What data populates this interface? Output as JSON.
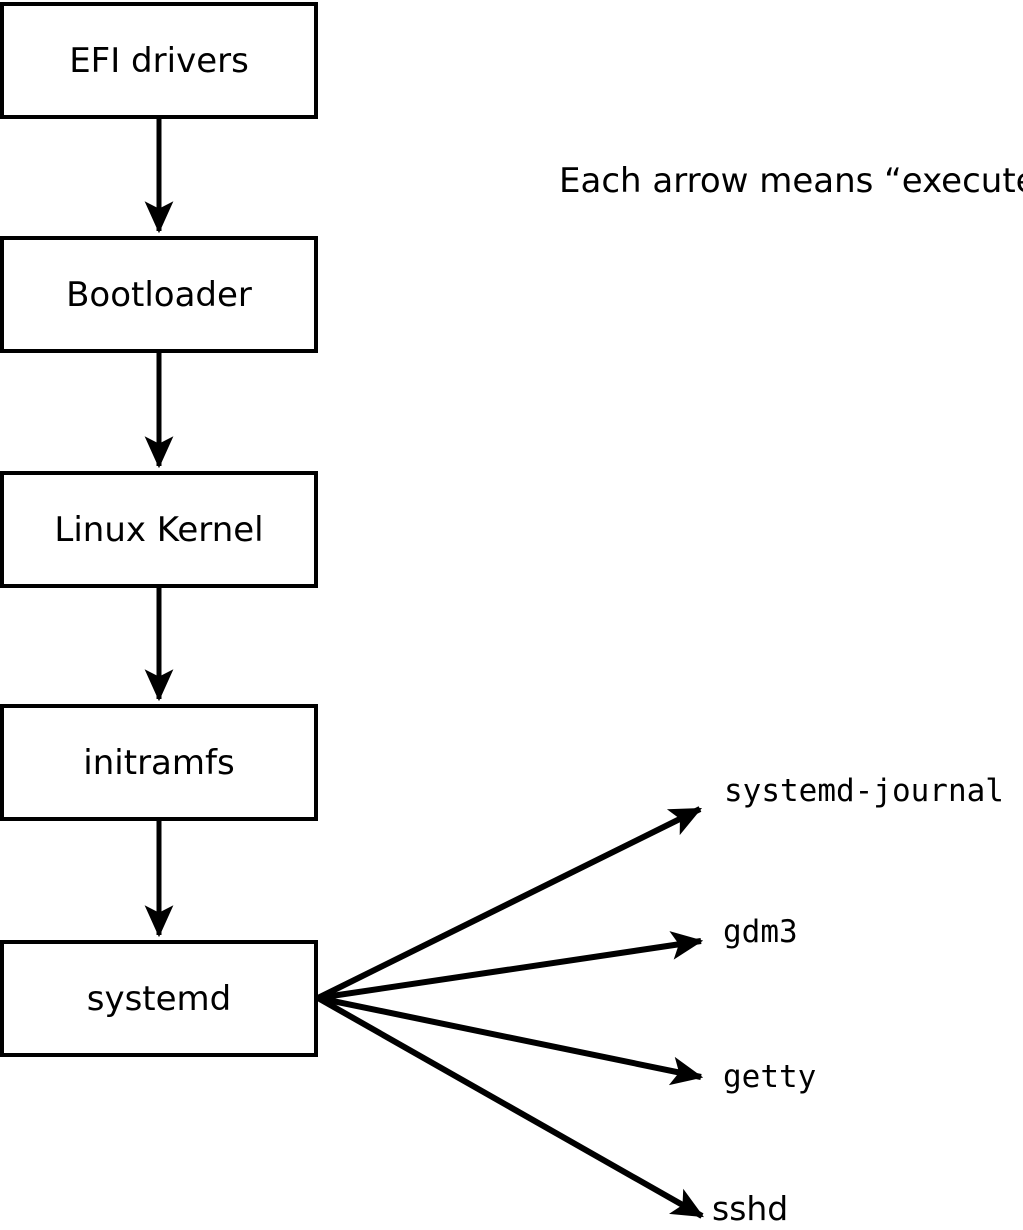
{
  "note": {
    "text": "Each arrow means “executes”."
  },
  "chain": [
    {
      "label": "EFI drivers"
    },
    {
      "label": "Bootloader"
    },
    {
      "label": "Linux Kernel"
    },
    {
      "label": "initramfs"
    },
    {
      "label": "systemd"
    }
  ],
  "spawned": [
    {
      "label": "systemd-journal"
    },
    {
      "label": "gdm3"
    },
    {
      "label": "getty"
    },
    {
      "label": "sshd"
    }
  ],
  "colors": {
    "line": "#000000",
    "box_border": "#000000",
    "box_fill": "#ffffff",
    "text": "#000000",
    "background": "#ffffff"
  }
}
